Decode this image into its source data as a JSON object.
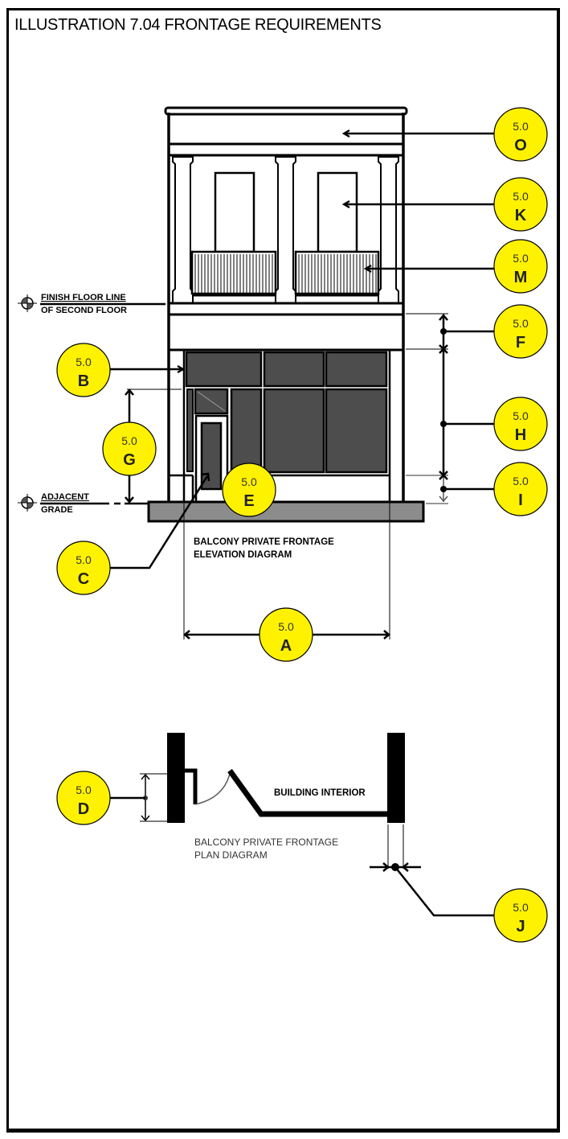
{
  "title": "ILLUSTRATION 7.04 FRONTAGE REQUIREMENTS",
  "colors": {
    "bubble_fill": "#FFF200",
    "glass_fill": "#4D4D4D",
    "grade_fill": "#8C8C8C",
    "line": "#000000"
  },
  "labels": {
    "finish_floor_line_1": "FINISH FLOOR LINE",
    "finish_floor_line_2": "OF SECOND FLOOR",
    "adjacent_grade_1": "ADJACENT",
    "adjacent_grade_2": "GRADE",
    "elevation_caption_1": "BALCONY PRIVATE FRONTAGE",
    "elevation_caption_2": "ELEVATION DIAGRAM",
    "building_interior": "BUILDING INTERIOR",
    "plan_caption_1": "BALCONY PRIVATE FRONTAGE",
    "plan_caption_2": "PLAN DIAGRAM"
  },
  "callouts": {
    "O": {
      "number": "5.0",
      "letter": "O"
    },
    "K": {
      "number": "5.0",
      "letter": "K"
    },
    "M": {
      "number": "5.0",
      "letter": "M"
    },
    "F": {
      "number": "5.0",
      "letter": "F"
    },
    "B": {
      "number": "5.0",
      "letter": "B"
    },
    "H": {
      "number": "5.0",
      "letter": "H"
    },
    "G": {
      "number": "5.0",
      "letter": "G"
    },
    "I": {
      "number": "5.0",
      "letter": "I"
    },
    "E": {
      "number": "5.0",
      "letter": "E"
    },
    "C": {
      "number": "5.0",
      "letter": "C"
    },
    "A": {
      "number": "5.0",
      "letter": "A"
    },
    "D": {
      "number": "5.0",
      "letter": "D"
    },
    "J": {
      "number": "5.0",
      "letter": "J"
    }
  }
}
